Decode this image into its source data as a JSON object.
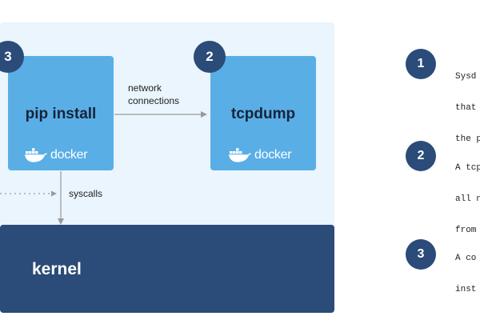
{
  "diagram": {
    "left_box": {
      "title": "pip install",
      "badge": "3",
      "logo_text": "docker"
    },
    "right_box": {
      "title": "tcpdump",
      "badge": "2",
      "logo_text": "docker"
    },
    "kernel": {
      "label": "kernel"
    },
    "edges": {
      "network": {
        "line1": "network",
        "line2": "connections"
      },
      "syscalls": {
        "label": "syscalls"
      }
    }
  },
  "legend": [
    {
      "number": "1",
      "line1": "Sysd",
      "line2": "that a",
      "line3": "the p"
    },
    {
      "number": "2",
      "line1": "A tcp",
      "line2": "all ne",
      "line3": "from"
    },
    {
      "number": "3",
      "line1": "A co",
      "line2": "inst",
      "line3": ""
    }
  ],
  "colors": {
    "panel": "#eaf5fd",
    "box": "#5aaee6",
    "badge": "#2b4b78",
    "kernel": "#2b4b78",
    "arrow": "#9a9a9a"
  }
}
